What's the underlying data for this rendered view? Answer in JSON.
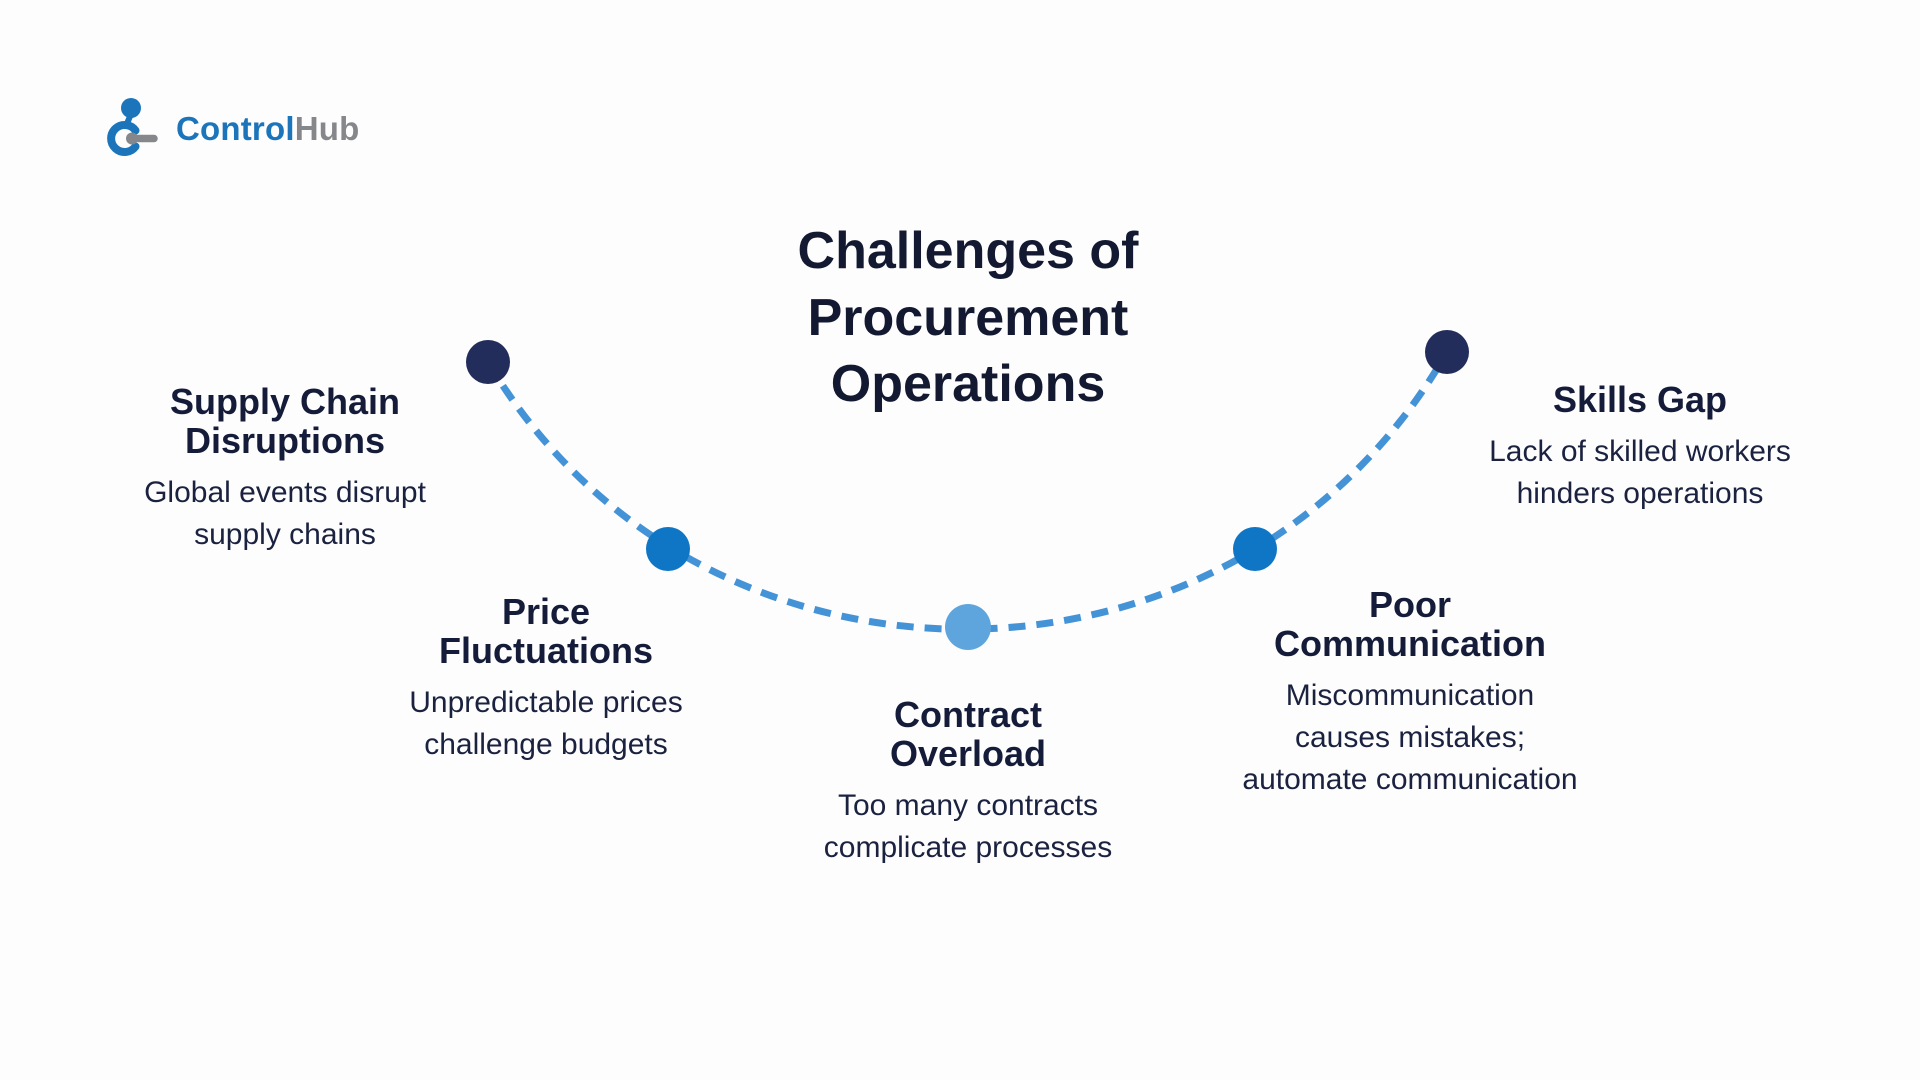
{
  "logo": {
    "icon": "hub-molecule-icon",
    "brand_primary": "Control",
    "brand_secondary": "Hub"
  },
  "title": "Challenges of\nProcurement\nOperations",
  "colors": {
    "background": "#fdfdfd",
    "title_text": "#121931",
    "body_text": "#1b2240",
    "curve": "#4493d7",
    "dot_navy": "#232d5b",
    "dot_blue": "#0f75c5",
    "dot_light_blue": "#5fa5dd",
    "logo_blue": "#1c75bb",
    "logo_gray": "#85878a"
  },
  "curve": {
    "style": "dashed",
    "color": "#4493d7"
  },
  "items": [
    {
      "title": "Supply Chain\nDisruptions",
      "description": "Global events disrupt\nsupply chains",
      "dot_color": "#232d5b"
    },
    {
      "title": "Price\nFluctuations",
      "description": "Unpredictable prices\nchallenge budgets",
      "dot_color": "#0f75c5"
    },
    {
      "title": "Contract\nOverload",
      "description": "Too many contracts\ncomplicate processes",
      "dot_color": "#5fa5dd"
    },
    {
      "title": "Poor\nCommunication",
      "description": "Miscommunication\ncauses mistakes;\nautomate communication",
      "dot_color": "#0f75c5"
    },
    {
      "title": "Skills Gap",
      "description": "Lack of skilled workers\nhinders operations",
      "dot_color": "#232d5b"
    }
  ]
}
